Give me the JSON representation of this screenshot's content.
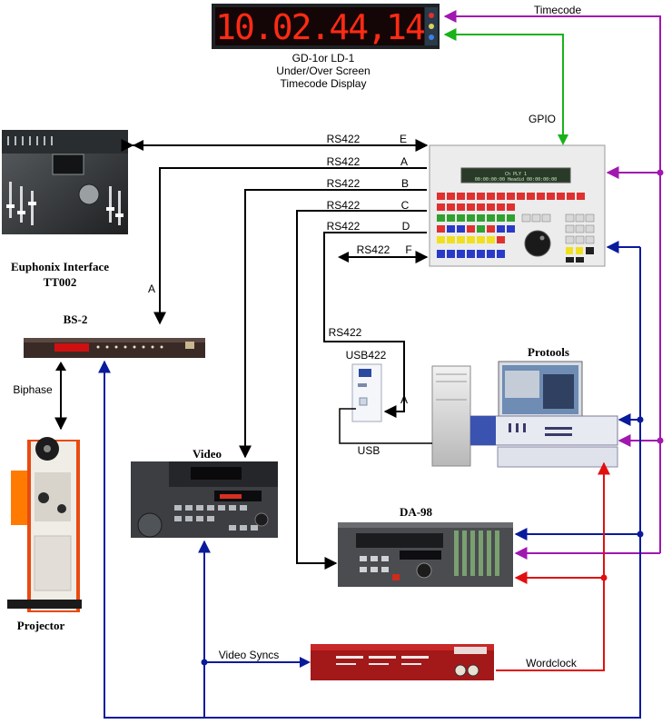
{
  "timecode_display": {
    "digits": "10.02.44,14",
    "caption_lines": [
      "GD-1or LD-1",
      "Under/Over Screen",
      "Timecode Display"
    ]
  },
  "controller": {
    "lcd_line1": "Ch PLY 1",
    "lcd_line2": "00:00:00:00   Headid  00:00:00:00"
  },
  "labels": {
    "timecode": "Timecode",
    "gpio": "GPIO",
    "rs422": "RS422",
    "port_e": "E",
    "port_a": "A",
    "port_b": "B",
    "port_c": "C",
    "port_d": "D",
    "port_f": "F",
    "euphonix": "Euphonix Interface",
    "tt002": "TT002",
    "bs2": "BS-2",
    "bs2_port": "A",
    "biphase": "Biphase",
    "projector": "Projector",
    "video": "Video",
    "usb422": "USB422",
    "usb422_port": "A",
    "usb": "USB",
    "protools": "Protools",
    "da98": "DA-98",
    "video_syncs": "Video Syncs",
    "wordclock": "Wordclock"
  },
  "colors": {
    "rs422_line": "#000000",
    "gpio_line": "#19b219",
    "timecode_line": "#a018b0",
    "video_sync_line": "#0a1a9c",
    "wordclock_line": "#e01010"
  }
}
